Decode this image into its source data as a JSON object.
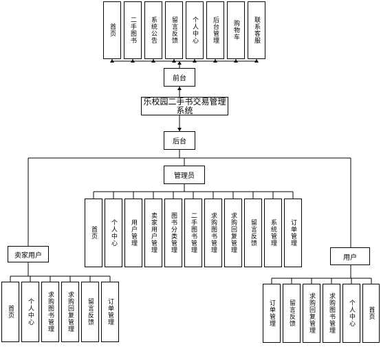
{
  "title": "乐校园二手书交易管理系统",
  "frontend": {
    "label": "前台",
    "items": [
      "首页",
      "二手图书",
      "系统公告",
      "留言反馈",
      "个人中心",
      "后台管理",
      "购物车",
      "联系客服"
    ]
  },
  "backend": {
    "label": "后台"
  },
  "admin": {
    "label": "管理员",
    "items": [
      "首页",
      "个人中心",
      "用户管理",
      "卖家用户管理",
      "图书分类管理",
      "二手图书管理",
      "求购图书管理",
      "求购回复管理",
      "留言反馈",
      "系统管理",
      "订单管理"
    ]
  },
  "seller": {
    "label": "卖家用户",
    "items": [
      "首页",
      "个人中心",
      "求购图书管理",
      "求购回复管理",
      "留言反馈",
      "订单管理"
    ]
  },
  "user": {
    "label": "用户",
    "items": [
      "订单管理",
      "留言反馈",
      "求购回复管理",
      "求购图书管理",
      "个人中心",
      "首页"
    ]
  }
}
